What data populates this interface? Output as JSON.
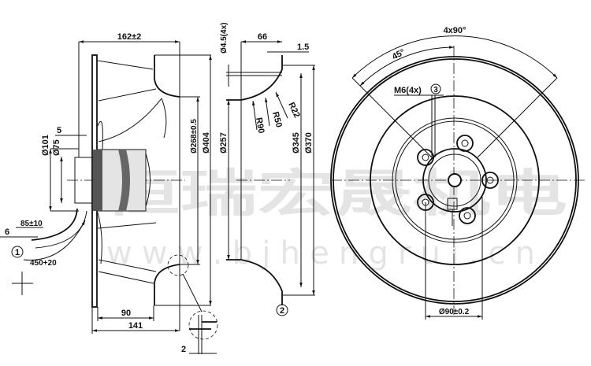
{
  "side_view": {
    "overall_length": "162±2",
    "flange_offset": "5",
    "hub_outer_diameter": "Ø101",
    "hub_inner_diameter": "Ø75",
    "inlet_diameter": "Ø268±0.5",
    "impeller_diameter": "Ø404",
    "cable_strip_length": "85±10",
    "cable_end_length": "6",
    "cable_length": "450+20",
    "cable_marker": "1",
    "depth_90": "90",
    "depth_141": "141",
    "detail_gap": "2"
  },
  "nozzle_view": {
    "hole_diameter": "Ø4.5(4x)",
    "depth": "66",
    "lip_thickness": "1.5",
    "radius_1": "R90",
    "radius_2": "R50",
    "radius_3": "R22",
    "inner_diameter": "Ø257",
    "outer_diameter_1": "Ø345",
    "outer_diameter_2": "Ø370",
    "marker": "2"
  },
  "front_view": {
    "hole_pattern": "4x90°",
    "offset_angle": "45°",
    "thread": "M6(4x)",
    "marker": "3",
    "bolt_circle": "Ø90±0.2"
  },
  "watermark": {
    "text": "恒瑞宏晟机电",
    "url": "w w w . b j h e n g r u i . c n"
  }
}
